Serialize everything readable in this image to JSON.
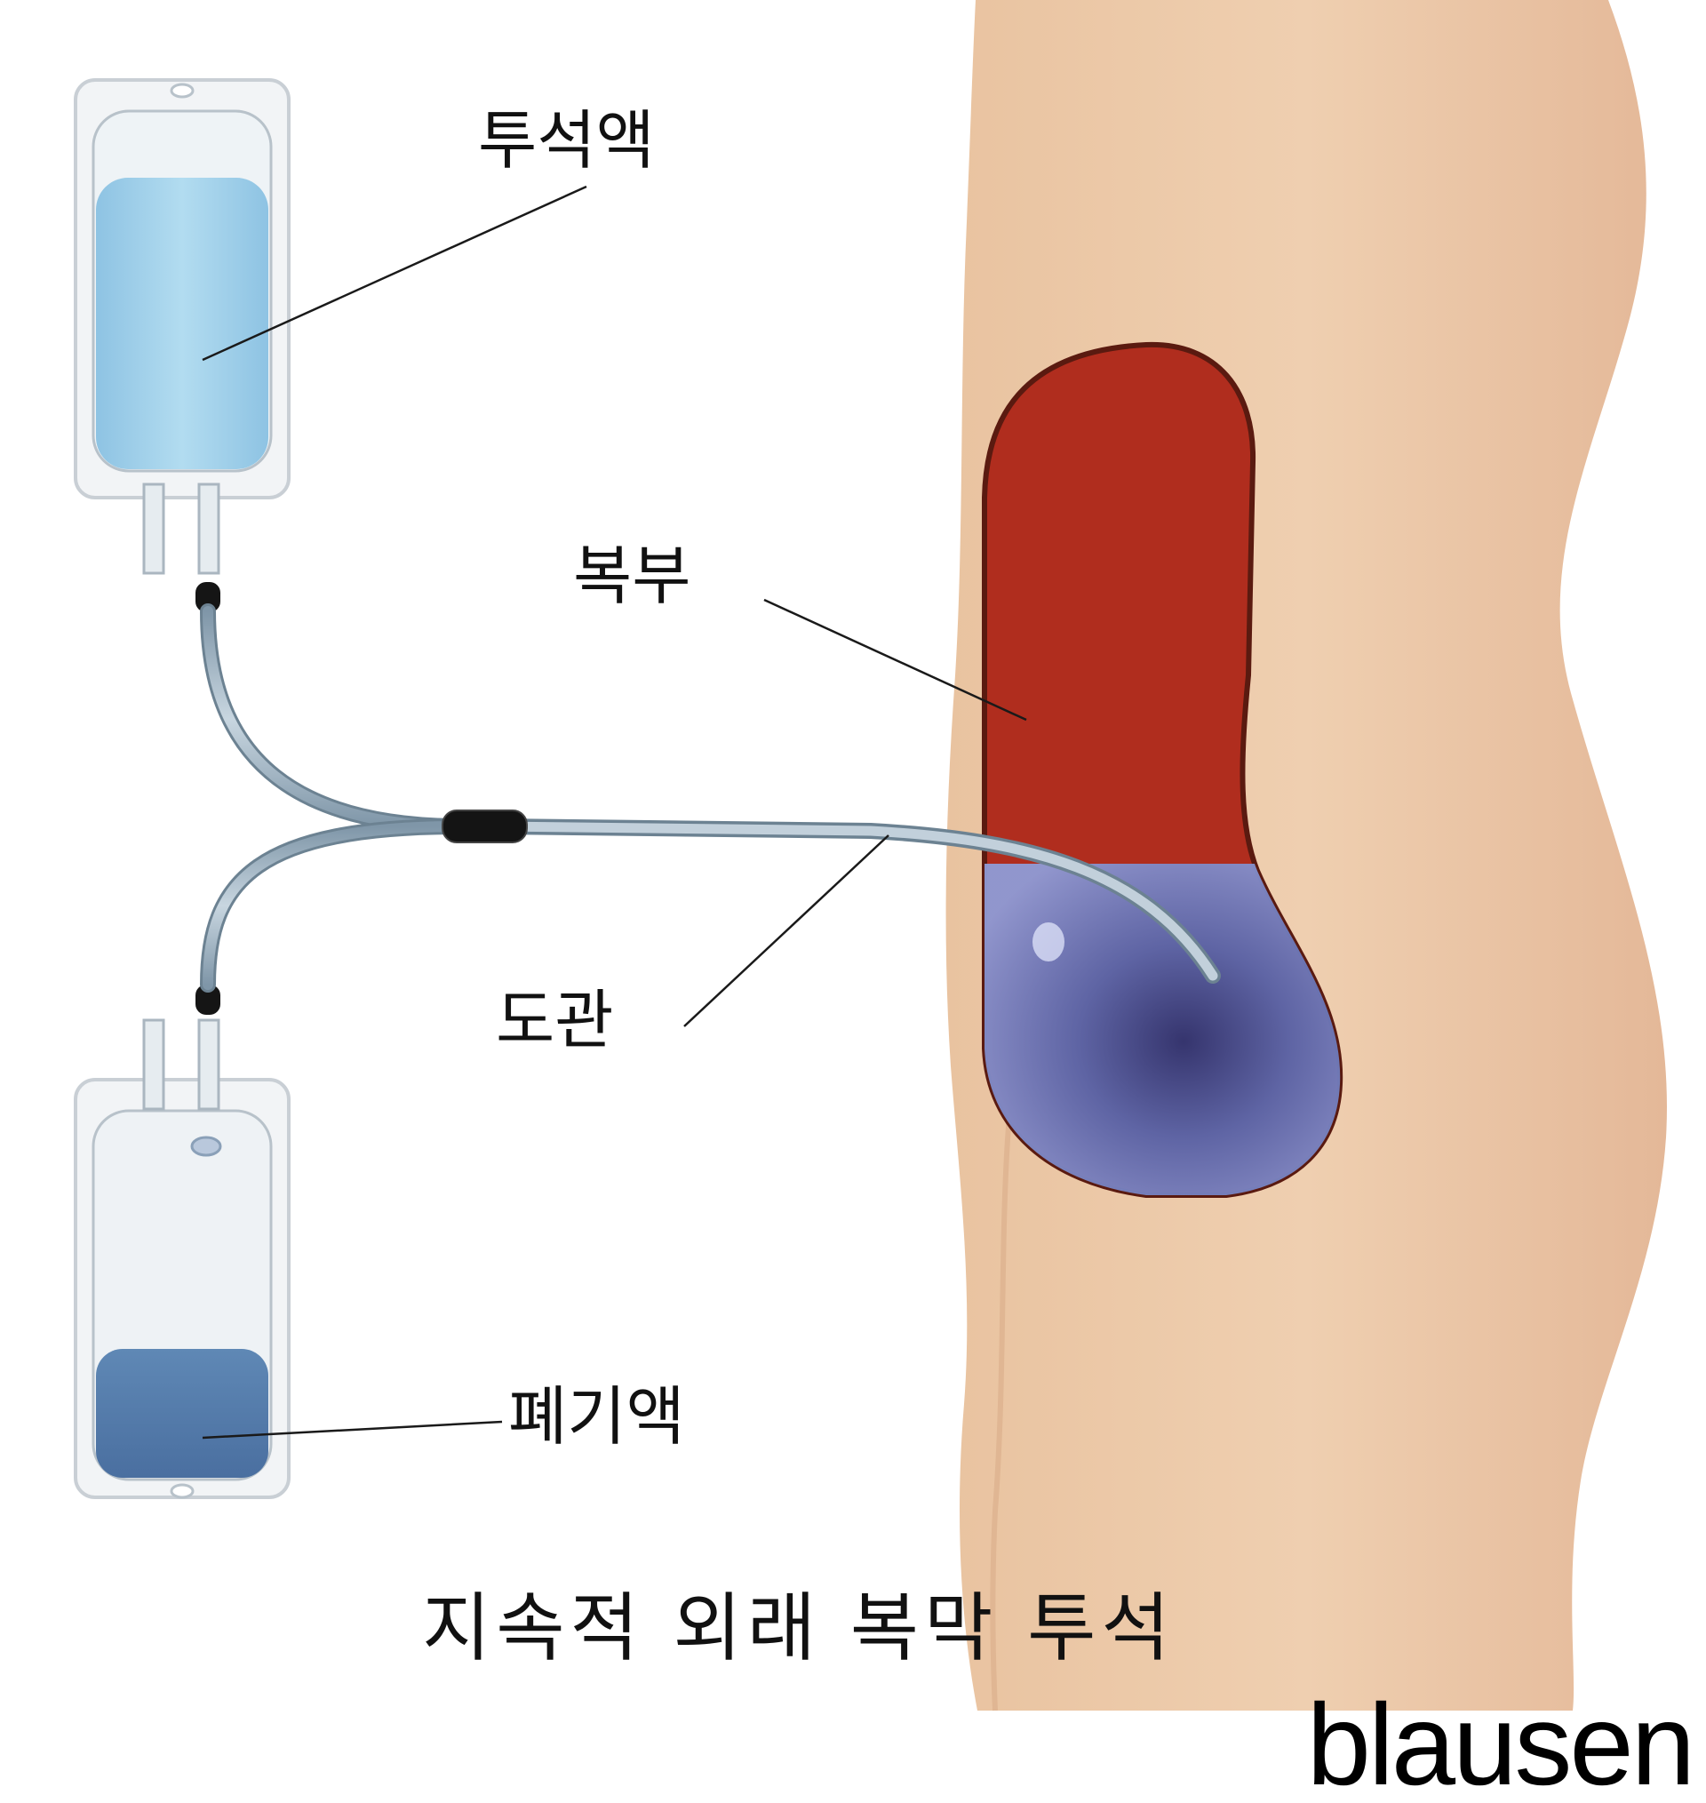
{
  "labels": {
    "dialysate": "투석액",
    "abdomen": "복부",
    "catheter": "도관",
    "waste_fluid": "폐기액"
  },
  "title": "지속적 외래 복막 투석",
  "brand": "blausen",
  "colors": {
    "skin": "#eac6a4",
    "abdomen_tissue": "#b02d1e",
    "fluid_fresh": "#9fcde8",
    "fluid_waste": "#5d83b0",
    "abdominal_fluid": "#6e7ec2",
    "tube": "#9fb2c0",
    "leader_line": "#1a1a1a"
  },
  "fill_levels": {
    "dialysate_bag": 0.82,
    "waste_bag": 0.38
  }
}
